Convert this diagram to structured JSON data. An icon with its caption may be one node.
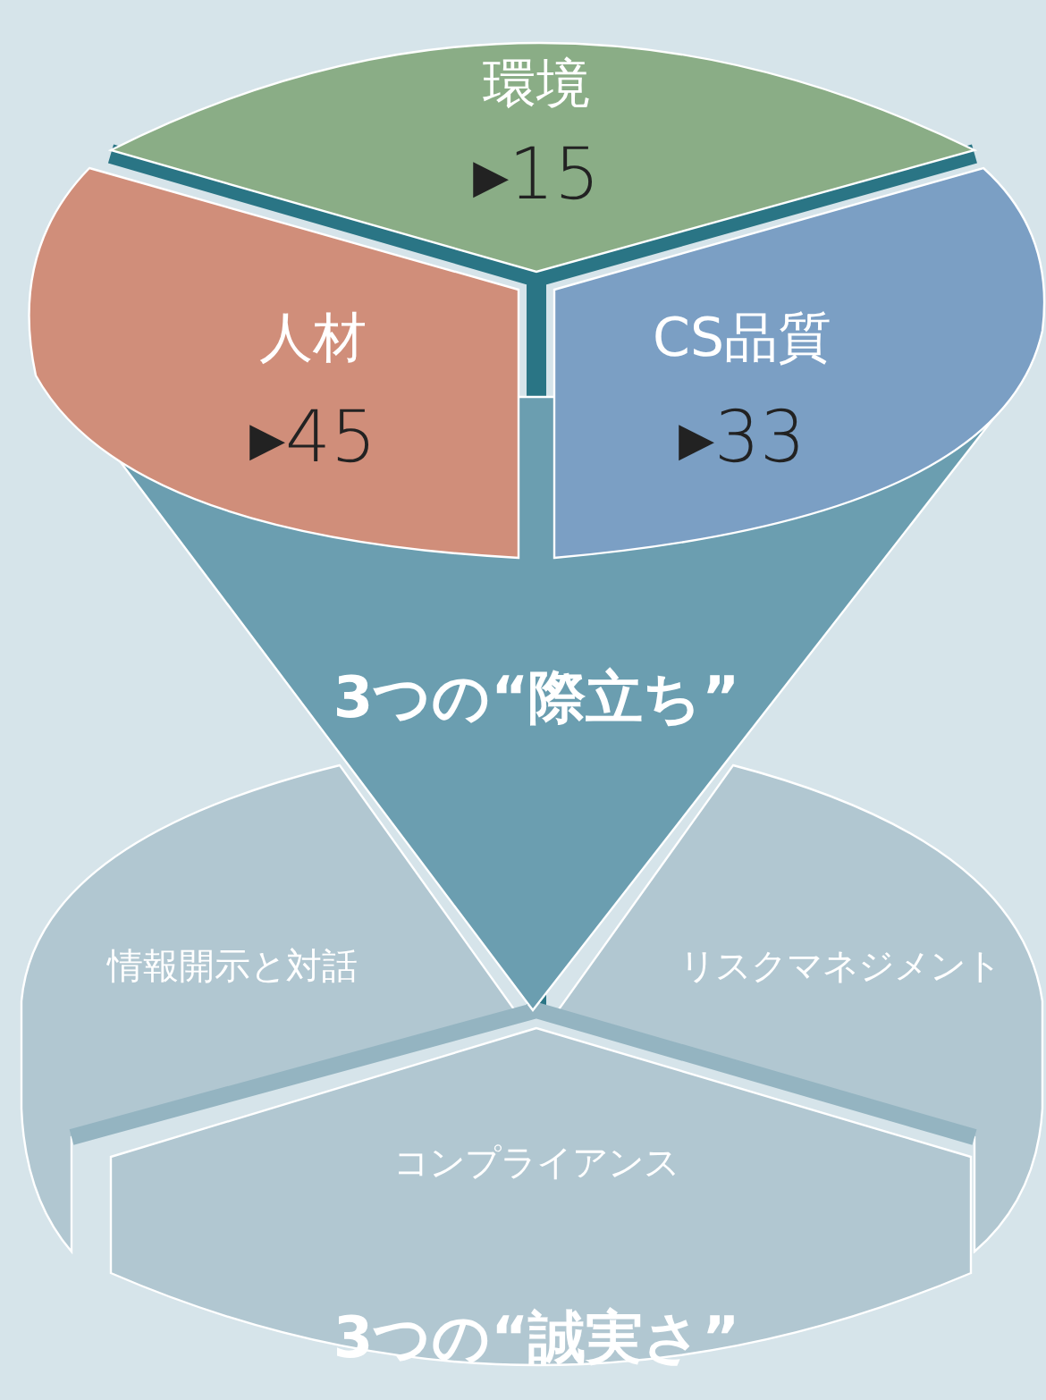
{
  "diagram": {
    "nodes": [
      {
        "text": [
          "環境",
          "▸15"
        ]
      },
      {
        "text": [
          "人材",
          "▸45"
        ]
      },
      {
        "text": [
          "CS品質",
          "▸33"
        ]
      },
      {
        "text": [
          "3つの“際立ち”"
        ]
      },
      {
        "text": [
          "情報開示と対話"
        ]
      },
      {
        "text": [
          "リスクマネジメント"
        ]
      },
      {
        "text": [
          "コンプライアンス"
        ]
      }
    ],
    "edges": [],
    "labels": [
      "3つの“誠実さ”"
    ]
  }
}
